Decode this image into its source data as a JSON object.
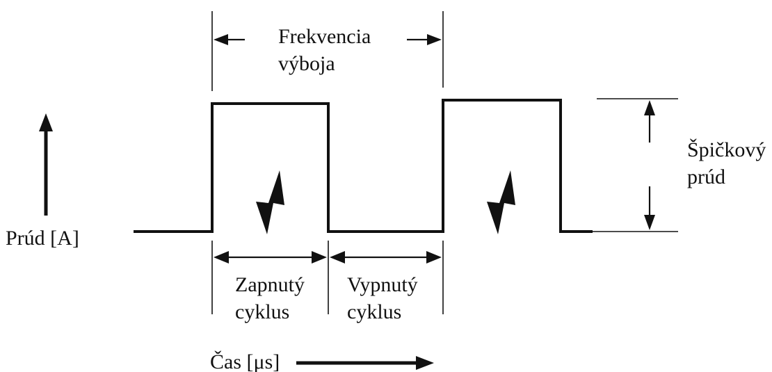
{
  "labels": {
    "discharge_frequency": [
      "Frekvencia",
      "výboja"
    ],
    "peak_current": [
      "Špičkový",
      "prúd"
    ],
    "current_axis": "Prúd [A]",
    "on_cycle": [
      "Zapnutý",
      "cyklus"
    ],
    "off_cycle": [
      "Vypnutý",
      "cyklus"
    ],
    "time_axis": "Čas [μs]"
  },
  "colors": {
    "ink": "#111111",
    "background": "#ffffff"
  },
  "icons": [
    "up-arrow-icon",
    "right-arrow-icon",
    "lightning-bolt-icon",
    "double-headed-arrow-icon"
  ]
}
